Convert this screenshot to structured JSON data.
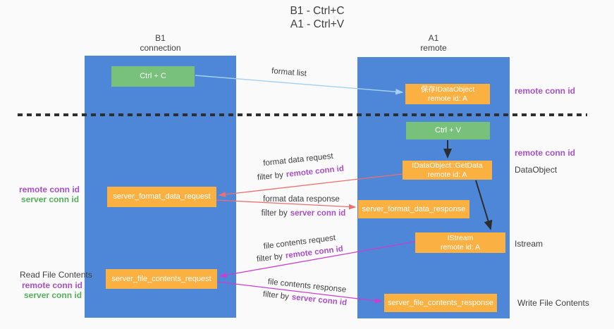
{
  "title": {
    "line1": "B1 - Ctrl+C",
    "line2": "A1 - Ctrl+V"
  },
  "columns": {
    "left": {
      "name": "B1",
      "subtitle": "connection"
    },
    "right": {
      "name": "A1",
      "subtitle": "remote"
    }
  },
  "nodes": {
    "ctrl_c": "Ctrl + C",
    "ctrl_v": "Ctrl + V",
    "save_idataobject": {
      "line1": "保存IDataObject",
      "line2": "remote id: A"
    },
    "getdata": {
      "line1": "IDataObject::GetData",
      "line2": "remote id: A"
    },
    "istream": {
      "line1": "IStream",
      "line2": "remote id: A"
    },
    "server_format_data_request": "server_format_data_request",
    "server_format_data_response": "server_format_data_response",
    "server_file_contents_request": "server_file_contents_request",
    "server_file_contents_response": "server_file_contents_response"
  },
  "arrow_labels": {
    "format_list": "format list",
    "format_data_request": "format data request",
    "format_data_response": "format data response",
    "file_contents_request": "file contents request",
    "file_contents_response": "file contents response"
  },
  "filter_labels": {
    "remote_1": {
      "prefix": "filter by",
      "id": "remote conn id"
    },
    "server_1": {
      "prefix": "filter by",
      "id": "server conn id"
    },
    "remote_2": {
      "prefix": "filter by",
      "id": "remote conn id"
    },
    "server_2": {
      "prefix": "filter by",
      "id": "server conn id"
    }
  },
  "side_labels": {
    "remote_conn_id_top_right": "remote conn id",
    "remote_conn_id_mid_right": "remote conn id",
    "dataobject": "DataObject",
    "istream": "Istream",
    "write_file_contents": "Write File Contents",
    "read_file_contents": "Read File Contents",
    "remote_conn_id_left_1": "remote conn id",
    "server_conn_id_left_1": "server conn id",
    "remote_conn_id_left_2": "remote conn id",
    "server_conn_id_left_2": "server conn id"
  },
  "colors": {
    "bg": "#fafafa",
    "panel_blue": "#4e86d8",
    "node_green": "#77c17a",
    "node_orange": "#fbb042",
    "arrow_blue": "#a5d2f3",
    "arrow_red": "#ee6f6f",
    "arrow_magenta": "#cc3ecb",
    "arrow_black": "#2d2d2d",
    "label_purple": "#a94fc9",
    "label_green": "#53b157",
    "text_dark": "#3a3a3a"
  }
}
